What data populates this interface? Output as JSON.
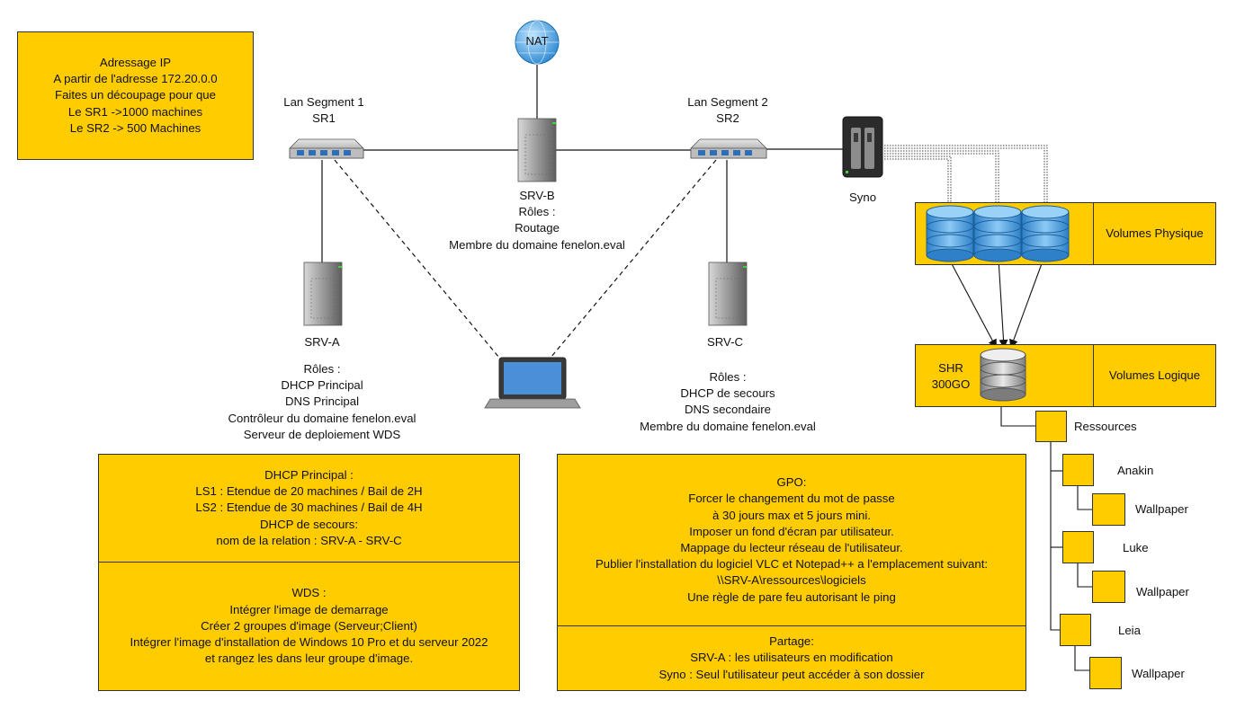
{
  "colors": {
    "box_fill": "#ffcc00",
    "box_border": "#333333",
    "line": "#111111"
  },
  "icons": {
    "nat": "cloud-globe-icon",
    "switch": "network-switch-icon",
    "server": "tower-server-icon",
    "laptop": "laptop-icon",
    "nas": "nas-storage-icon",
    "disk": "database-disk-icon",
    "folder": "folder-square-icon"
  },
  "addressing": {
    "lines": [
      "Adressage IP",
      "A partir de l'adresse 172.20.0.0",
      "Faites un découpage pour que",
      "Le SR1 ->1000 machines",
      "Le SR2 -> 500 Machines"
    ]
  },
  "nat": {
    "label": "NAT"
  },
  "lan1": {
    "lines": [
      "Lan Segment 1",
      "SR1"
    ]
  },
  "lan2": {
    "lines": [
      "Lan Segment 2",
      "SR2"
    ]
  },
  "srv_b": {
    "lines": [
      "SRV-B",
      "Rôles :",
      "Routage",
      "Membre du domaine fenelon.eval"
    ]
  },
  "srv_a": {
    "name": "SRV-A",
    "roles": [
      "Rôles :",
      "DHCP Principal",
      "DNS Principal",
      "Contrôleur du domaine fenelon.eval",
      "Serveur de deploiement WDS"
    ]
  },
  "srv_c": {
    "name": "SRV-C",
    "roles": [
      "Rôles :",
      "DHCP de secours",
      "DNS secondaire",
      "Membre du domaine fenelon.eval"
    ]
  },
  "syno": {
    "label": "Syno"
  },
  "volumes_physique": {
    "label": "Volumes Physique"
  },
  "volumes_logique": {
    "label": "Volumes Logique",
    "shr": [
      "SHR",
      "300GO"
    ]
  },
  "tree": {
    "root": "Ressources",
    "users": [
      {
        "name": "Anakin",
        "child": "Wallpaper"
      },
      {
        "name": "Luke",
        "child": "Wallpaper"
      },
      {
        "name": "Leia",
        "child": "Wallpaper"
      }
    ]
  },
  "dhcp_box": {
    "lines": [
      "DHCP Principal :",
      "LS1 : Etendue de 20 machines / Bail de 2H",
      "LS2 : Etendue de 30 machines / Bail de 4H",
      "DHCP de secours:",
      "nom de la relation : SRV-A - SRV-C"
    ]
  },
  "wds_box": {
    "lines": [
      "WDS :",
      "Intégrer l'image de demarrage",
      "Créer 2 groupes d'image (Serveur;Client)",
      "Intégrer l'image d'installation de Windows 10 Pro et du serveur 2022",
      "et rangez les dans leur groupe d'image."
    ]
  },
  "gpo_box": {
    "lines": [
      "GPO:",
      "Forcer le changement du mot de passe",
      "à 30 jours max et 5 jours mini.",
      "Imposer un fond d'écran par utilisateur.",
      "Mappage du lecteur réseau de l'utilisateur.",
      "Publier l'installation du logiciel VLC et Notepad++ a l'emplacement suivant:",
      "\\\\SRV-A\\ressources\\logiciels",
      "Une règle de pare feu autorisant le ping"
    ]
  },
  "partage_box": {
    "lines": [
      "Partage:",
      "SRV-A : les utilisateurs en modification",
      "Syno : Seul l'utilisateur peut accéder à son dossier"
    ]
  }
}
